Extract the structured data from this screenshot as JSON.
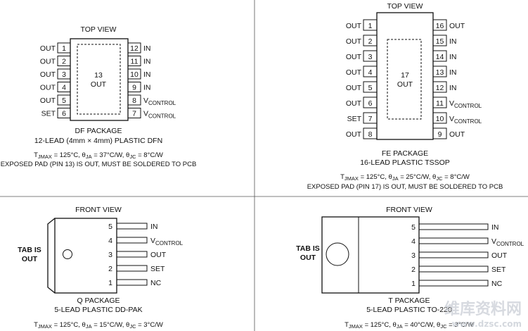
{
  "df": {
    "view": "TOP VIEW",
    "left_pins": [
      {
        "label": "OUT",
        "num": "1"
      },
      {
        "label": "OUT",
        "num": "2"
      },
      {
        "label": "OUT",
        "num": "3"
      },
      {
        "label": "OUT",
        "num": "4"
      },
      {
        "label": "OUT",
        "num": "5"
      },
      {
        "label": "SET",
        "num": "6"
      }
    ],
    "right_pins": [
      {
        "num": "12",
        "label": "IN"
      },
      {
        "num": "11",
        "label": "IN"
      },
      {
        "num": "10",
        "label": "IN"
      },
      {
        "num": "9",
        "label": "IN"
      },
      {
        "num": "8",
        "label": "V",
        "sub": "CONTROL"
      },
      {
        "num": "7",
        "label": "V",
        "sub": "CONTROL"
      }
    ],
    "pad_num": "13",
    "pad_label": "OUT",
    "package": "DF PACKAGE",
    "desc": "12-LEAD (4mm × 4mm) PLASTIC DFN",
    "theta": {
      "tj": "T",
      "tj_sub": "JMAX",
      "tj_val": " = 125°C, θ",
      "ja_sub": "JA",
      "ja_val": " = 37°C/W, θ",
      "jc_sub": "JC",
      "jc_val": " = 8°C/W"
    },
    "note": "EXPOSED PAD (PIN 13) IS OUT, MUST BE SOLDERED TO PCB"
  },
  "fe": {
    "view": "TOP VIEW",
    "left_pins": [
      {
        "label": "OUT",
        "num": "1"
      },
      {
        "label": "OUT",
        "num": "2"
      },
      {
        "label": "OUT",
        "num": "3"
      },
      {
        "label": "OUT",
        "num": "4"
      },
      {
        "label": "OUT",
        "num": "5"
      },
      {
        "label": "OUT",
        "num": "6"
      },
      {
        "label": "SET",
        "num": "7"
      },
      {
        "label": "OUT",
        "num": "8"
      }
    ],
    "right_pins": [
      {
        "num": "16",
        "label": "OUT"
      },
      {
        "num": "15",
        "label": "IN"
      },
      {
        "num": "14",
        "label": "IN"
      },
      {
        "num": "13",
        "label": "IN"
      },
      {
        "num": "12",
        "label": "IN"
      },
      {
        "num": "11",
        "label": "V",
        "sub": "CONTROL"
      },
      {
        "num": "10",
        "label": "V",
        "sub": "CONTROL"
      },
      {
        "num": "9",
        "label": "OUT"
      }
    ],
    "pad_num": "17",
    "pad_label": "OUT",
    "package": "FE PACKAGE",
    "desc": "16-LEAD PLASTIC TSSOP",
    "theta": {
      "tj": "T",
      "tj_sub": "JMAX",
      "tj_val": " = 125°C, θ",
      "ja_sub": "JA",
      "ja_val": " = 25°C/W, θ",
      "jc_sub": "JC",
      "jc_val": " = 8°C/W"
    },
    "note": "EXPOSED PAD (PIN 17) IS OUT, MUST BE SOLDERED TO PCB"
  },
  "q": {
    "view": "FRONT VIEW",
    "tab_line1": "TAB IS",
    "tab_line2": "OUT",
    "pins": [
      {
        "num": "5",
        "label": "IN"
      },
      {
        "num": "4",
        "label": "V",
        "sub": "CONTROL"
      },
      {
        "num": "3",
        "label": "OUT"
      },
      {
        "num": "2",
        "label": "SET"
      },
      {
        "num": "1",
        "label": "NC"
      }
    ],
    "package": "Q PACKAGE",
    "desc": "5-LEAD PLASTIC DD-PAK",
    "theta": {
      "tj": "T",
      "tj_sub": "JMAX",
      "tj_val": " = 125°C, θ",
      "ja_sub": "JA",
      "ja_val": " = 15°C/W, θ",
      "jc_sub": "JC",
      "jc_val": " = 3°C/W"
    }
  },
  "t": {
    "view": "FRONT VIEW",
    "tab_line1": "TAB IS",
    "tab_line2": "OUT",
    "pins": [
      {
        "num": "5",
        "label": "IN"
      },
      {
        "num": "4",
        "label": "V",
        "sub": "CONTROL"
      },
      {
        "num": "3",
        "label": "OUT"
      },
      {
        "num": "2",
        "label": "SET"
      },
      {
        "num": "1",
        "label": "NC"
      }
    ],
    "package": "T PACKAGE",
    "desc": "5-LEAD PLASTIC TO-220",
    "theta": {
      "tj": "T",
      "tj_sub": "JMAX",
      "tj_val": " = 125°C, θ",
      "ja_sub": "JA",
      "ja_val": " = 40°C/W, θ",
      "jc_sub": "JC",
      "jc_val": " = 3°C/W"
    }
  },
  "watermark": {
    "cn": "维库资料网",
    "url": "www.dzsc.com"
  },
  "colors": {
    "ink": "#111111",
    "watermark": "#c9ced6"
  }
}
